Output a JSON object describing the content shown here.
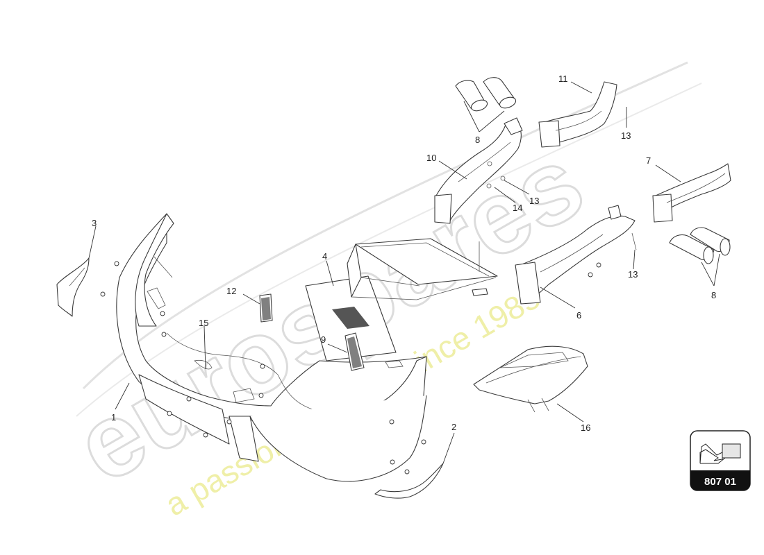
{
  "diagram": {
    "callouts": [
      {
        "id": "c1",
        "text": "1"
      },
      {
        "id": "c2",
        "text": "2"
      },
      {
        "id": "c3",
        "text": "3"
      },
      {
        "id": "c4",
        "text": "4"
      },
      {
        "id": "c6",
        "text": "6"
      },
      {
        "id": "c7",
        "text": "7"
      },
      {
        "id": "c8a",
        "text": "8"
      },
      {
        "id": "c8b",
        "text": "8"
      },
      {
        "id": "c9",
        "text": "9"
      },
      {
        "id": "c10",
        "text": "10"
      },
      {
        "id": "c11",
        "text": "11"
      },
      {
        "id": "c12",
        "text": "12"
      },
      {
        "id": "c13a",
        "text": "13"
      },
      {
        "id": "c13b",
        "text": "13"
      },
      {
        "id": "c13c",
        "text": "13"
      },
      {
        "id": "c14",
        "text": "14"
      },
      {
        "id": "c15",
        "text": "15"
      },
      {
        "id": "c16",
        "text": "16"
      }
    ]
  },
  "badge": {
    "text": "807 01",
    "icon": "arrow-into-box-icon"
  },
  "watermark": {
    "logo": "eurospares",
    "tagline": "a passion for parts since 1985"
  }
}
